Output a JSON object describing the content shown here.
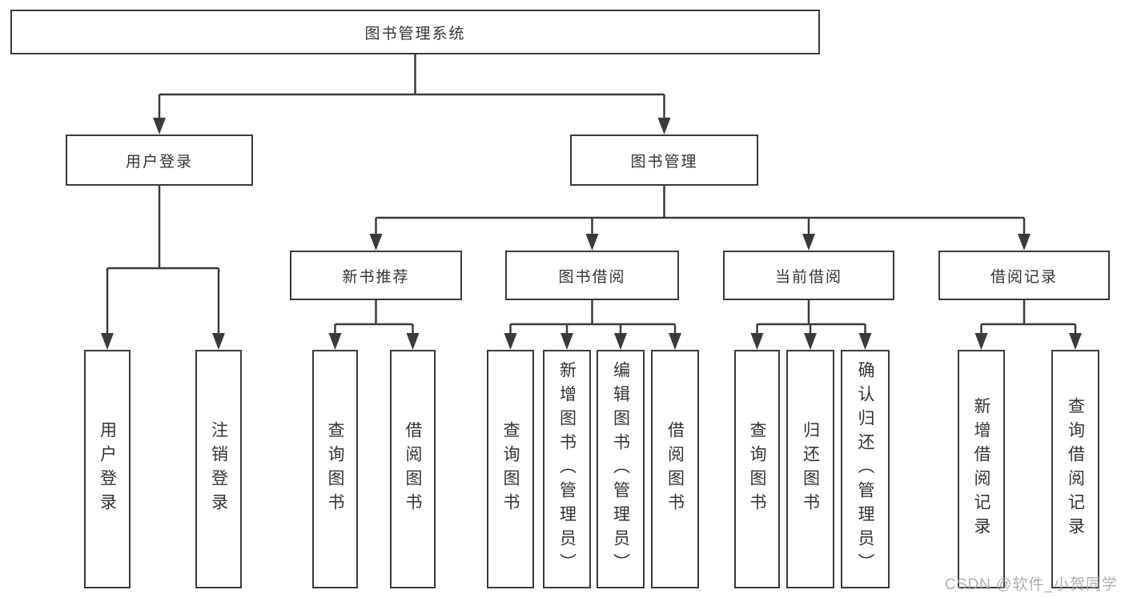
{
  "nodes": {
    "root": "图书管理系统",
    "level2": [
      "用户登录",
      "图书管理"
    ],
    "level3": [
      "新书推荐",
      "图书借阅",
      "当前借阅",
      "借阅记录"
    ],
    "leaves_user_login": [
      "用户登录",
      "注销登录"
    ],
    "leaves_new_book": [
      "查询图书",
      "借阅图书"
    ],
    "leaves_book_borrow": [
      "查询图书",
      "新增图书（管理员）",
      "编辑图书（管理员）",
      "借阅图书"
    ],
    "leaves_current_borrow": [
      "查询图书",
      "归还图书",
      "确认归还（管理员）"
    ],
    "leaves_borrow_record": [
      "新增借阅记录",
      "查询借阅记录"
    ]
  },
  "watermark": "CSDN @软件_小贺同学",
  "colors": {
    "line": "#3a3a3a",
    "text": "#333333",
    "background": "#ffffff",
    "watermark": "#a5a5ac"
  }
}
